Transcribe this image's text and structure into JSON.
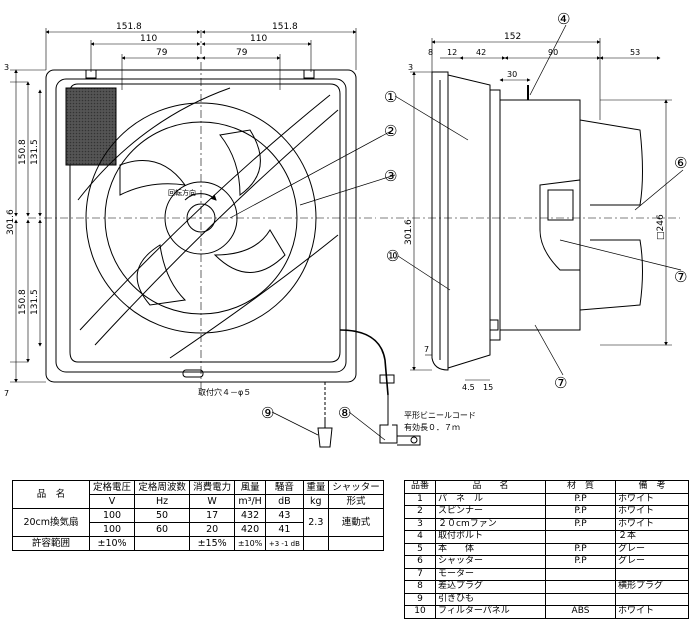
{
  "front_view": {
    "dims_top": [
      "151.8",
      "151.8"
    ],
    "dims_mid": [
      "110",
      "110"
    ],
    "dims_inner": [
      "79",
      "79"
    ],
    "dims_left_outer": [
      "150.8",
      "150.8"
    ],
    "dims_left_inner": [
      "131.5",
      "131.5"
    ],
    "dim_total_height": "301.6",
    "dim_small_top": "3",
    "dim_small_bottom": "7",
    "mount_hole_label": "取付穴４－φ５",
    "rotation_label": "回転方向"
  },
  "side_view": {
    "dims_top_row": [
      "152"
    ],
    "dims_second_row": [
      "8",
      "12",
      "42",
      "90",
      "53"
    ],
    "dim_30": "30",
    "dim_height": "301.6",
    "dim_box": "□246",
    "dim_small_top": "3",
    "dim_7": "7",
    "dim_45": "4.5",
    "dim_15": "15",
    "cord_label_1": "平形ビニールコード",
    "cord_label_2": "有効長０．７ｍ"
  },
  "callouts": [
    "①",
    "②",
    "③",
    "④",
    "⑥",
    "⑦",
    "⑦",
    "⑧",
    "⑨",
    "⑩"
  ],
  "spec_table": {
    "headers": [
      "品　名",
      "定格電圧",
      "定格周波数",
      "消費電力",
      "風量",
      "騒音",
      "重量",
      "シャッター"
    ],
    "units": [
      "V",
      "Hz",
      "W",
      "m³/H",
      "dB",
      "kg",
      "形式"
    ],
    "product": "20cm換気扇",
    "rows": [
      {
        "voltage": "100",
        "freq": "50",
        "power": "17",
        "air": "432",
        "noise": "43"
      },
      {
        "voltage": "100",
        "freq": "60",
        "power": "20",
        "air": "420",
        "noise": "41"
      }
    ],
    "weight": "2.3",
    "shutter": "連動式",
    "tolerance_label": "許容範囲",
    "tol_voltage": "±10%",
    "tol_power": "±15%",
    "tol_air": "±10%",
    "tol_noise": "+3 -1 dB"
  },
  "parts_table": {
    "headers": [
      "品番",
      "品　　名",
      "材　質",
      "備　考"
    ],
    "rows": [
      {
        "no": "1",
        "name": "パ　ネ　ル",
        "material": "P.P",
        "note": "ホワイト"
      },
      {
        "no": "2",
        "name": "スピンナー",
        "material": "P.P",
        "note": "ホワイト"
      },
      {
        "no": "3",
        "name": "２０cmファン",
        "material": "P.P",
        "note": "ホワイト"
      },
      {
        "no": "4",
        "name": "取付ボルト",
        "material": "",
        "note": "２本"
      },
      {
        "no": "5",
        "name": "本　　体",
        "material": "P.P",
        "note": "グレー"
      },
      {
        "no": "6",
        "name": "シャッター",
        "material": "P.P",
        "note": "グレー"
      },
      {
        "no": "7",
        "name": "モーター",
        "material": "",
        "note": ""
      },
      {
        "no": "8",
        "name": "差込プラグ",
        "material": "",
        "note": "横形プラグ"
      },
      {
        "no": "9",
        "name": "引きひも",
        "material": "",
        "note": ""
      },
      {
        "no": "10",
        "name": "フィルターパネル",
        "material": "ABS",
        "note": "ホワイト"
      }
    ]
  }
}
